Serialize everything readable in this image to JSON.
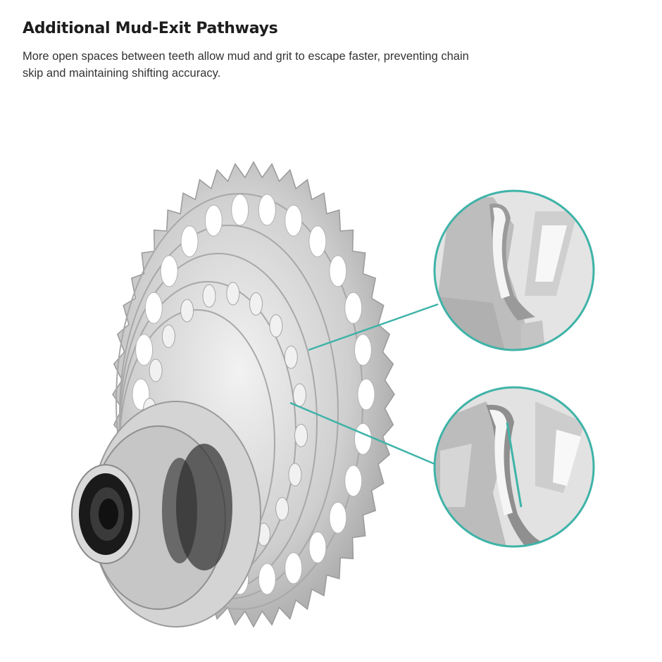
{
  "header": {
    "title": "Additional Mud-Exit Pathways",
    "description": "More open spaces between teeth allow mud and grit to escape faster, preventing chain skip and maintaining shifting accuracy."
  },
  "colors": {
    "accent": "#3fb3a8",
    "metal": "#c9c9c9",
    "background": "#ffffff"
  },
  "callouts": [
    "detail-upper",
    "detail-lower"
  ]
}
